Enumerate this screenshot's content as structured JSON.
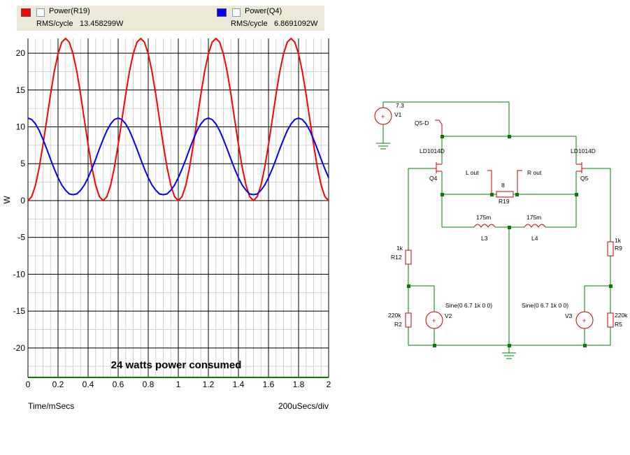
{
  "legend": [
    {
      "name": "Power(R19)",
      "color": "#ff0000",
      "stat_label": "RMS/cycle",
      "stat_value": "13.458299W"
    },
    {
      "name": "Power(Q4)",
      "color": "#0000ff",
      "stat_label": "RMS/cycle",
      "stat_value": "6.8691092W"
    }
  ],
  "chart_data": {
    "type": "line",
    "xlabel": "Time/mSecs",
    "ylabel": "W",
    "x_div_label": "200uSecs/div",
    "xlim": [
      0,
      2
    ],
    "ylim": [
      -24,
      22
    ],
    "x_ticks": [
      0,
      0.2,
      0.4,
      0.6,
      0.8,
      1,
      1.2,
      1.4,
      1.6,
      1.8,
      2
    ],
    "y_ticks": [
      20,
      15,
      10,
      5,
      0,
      -5,
      -10,
      -15,
      -20
    ],
    "grid": true,
    "annotation": "24 watts power consumed",
    "series": [
      {
        "name": "Power(R19)",
        "color": "#ff0000",
        "x": [
          0,
          0.025,
          0.05,
          0.075,
          0.1,
          0.125,
          0.15,
          0.175,
          0.2,
          0.225,
          0.25,
          0.275,
          0.3,
          0.325,
          0.35,
          0.375,
          0.4,
          0.425,
          0.45,
          0.475,
          0.5,
          0.525,
          0.55,
          0.575,
          0.6,
          0.625,
          0.65,
          0.675,
          0.7,
          0.725,
          0.75,
          0.775,
          0.8,
          0.825,
          0.85,
          0.875,
          0.9,
          0.925,
          0.95,
          0.975,
          1,
          1.025,
          1.05,
          1.075,
          1.1,
          1.125,
          1.15,
          1.175,
          1.2,
          1.225,
          1.25,
          1.275,
          1.3,
          1.325,
          1.35,
          1.375,
          1.4,
          1.425,
          1.45,
          1.475,
          1.5,
          1.525,
          1.55,
          1.575,
          1.6,
          1.625,
          1.65,
          1.675,
          1.7,
          1.725,
          1.75,
          1.775,
          1.8,
          1.825,
          1.85,
          1.875,
          1.9,
          1.925,
          1.95,
          1.975,
          2
        ],
        "values": [
          0,
          0.54,
          2.1,
          4.5,
          7.6,
          11,
          14.4,
          17.5,
          19.9,
          21.5,
          22,
          21.5,
          19.9,
          17.5,
          14.4,
          11,
          7.6,
          4.5,
          2.1,
          0.54,
          0,
          0.54,
          2.1,
          4.5,
          7.6,
          11,
          14.4,
          17.5,
          19.9,
          21.5,
          22,
          21.5,
          19.9,
          17.5,
          14.4,
          11,
          7.6,
          4.5,
          2.1,
          0.54,
          0,
          0.54,
          2.1,
          4.5,
          7.6,
          11,
          14.4,
          17.5,
          19.9,
          21.5,
          22,
          21.5,
          19.9,
          17.5,
          14.4,
          11,
          7.6,
          4.5,
          2.1,
          0.54,
          0,
          0.54,
          2.1,
          4.5,
          7.6,
          11,
          14.4,
          17.5,
          19.9,
          21.5,
          22,
          21.5,
          19.9,
          17.5,
          14.4,
          11,
          7.6,
          4.5,
          2.1,
          0.54,
          0
        ]
      },
      {
        "name": "Power(Q4)",
        "color": "#0000ff",
        "x": [
          0,
          0.025,
          0.05,
          0.075,
          0.1,
          0.125,
          0.15,
          0.175,
          0.2,
          0.225,
          0.25,
          0.275,
          0.3,
          0.325,
          0.35,
          0.375,
          0.4,
          0.425,
          0.45,
          0.475,
          0.5,
          0.525,
          0.55,
          0.575,
          0.6,
          0.625,
          0.65,
          0.675,
          0.7,
          0.725,
          0.75,
          0.775,
          0.8,
          0.825,
          0.85,
          0.875,
          0.9,
          0.925,
          0.95,
          0.975,
          1,
          1.025,
          1.05,
          1.075,
          1.1,
          1.125,
          1.15,
          1.175,
          1.2,
          1.225,
          1.25,
          1.275,
          1.3,
          1.325,
          1.35,
          1.375,
          1.4,
          1.425,
          1.45,
          1.475,
          1.5,
          1.525,
          1.55,
          1.575,
          1.6,
          1.625,
          1.65,
          1.675,
          1.7,
          1.725,
          1.75,
          1.775,
          1.8,
          1.825,
          1.85,
          1.875,
          1.9,
          1.925,
          1.95,
          1.975,
          2
        ],
        "values": [
          11.2,
          11,
          10.4,
          9.5,
          8.3,
          7,
          5.6,
          4.3,
          3.1,
          2.1,
          1.4,
          0.9,
          0.8,
          0.9,
          1.4,
          2.1,
          3.1,
          4.3,
          5.6,
          7,
          8.3,
          9.5,
          10.4,
          11,
          11.2,
          11,
          10.4,
          9.5,
          8.3,
          7,
          5.6,
          4.3,
          3.1,
          2.1,
          1.4,
          0.9,
          0.8,
          0.9,
          1.4,
          2.1,
          3.1,
          4.3,
          5.6,
          7,
          8.3,
          9.5,
          10.4,
          11,
          11.2,
          11,
          10.4,
          9.5,
          8.3,
          7,
          5.6,
          4.3,
          3.1,
          2.1,
          1.4,
          0.9,
          0.8,
          0.9,
          1.4,
          2.1,
          3.1,
          4.3,
          5.6,
          7,
          8.3,
          9.5,
          10.4,
          11,
          11.2,
          11,
          10.4,
          9.5,
          8.3,
          7,
          5.6,
          4.3,
          3.1
        ]
      }
    ]
  },
  "schematic": {
    "wire_color": "#008000",
    "part_color": "#cc0000",
    "labels": {
      "v1_value": "7.3",
      "v1_name": "V1",
      "probe_q5d": "Q5-D",
      "q4_type": "LD1014D",
      "q4_name": "Q4",
      "q5_type": "LD1014D",
      "q5_name": "Q5",
      "l_out": "L out",
      "r_out": "R out",
      "r19_value": "8",
      "r19_name": "R19",
      "l3_value": "175m",
      "l3_name": "L3",
      "l4_value": "175m",
      "l4_name": "L4",
      "r12_value": "1k",
      "r12_name": "R12",
      "r9_value": "1k",
      "r9_name": "R9",
      "r2_value": "220k",
      "r2_name": "R2",
      "r5_value": "220k",
      "r5_name": "R5",
      "v2_value": "Sine(0 6.7 1k 0 0)",
      "v2_name": "V2",
      "v3_value": "Sine(0 6.7 1k 0 0)",
      "v3_name": "V3"
    }
  }
}
